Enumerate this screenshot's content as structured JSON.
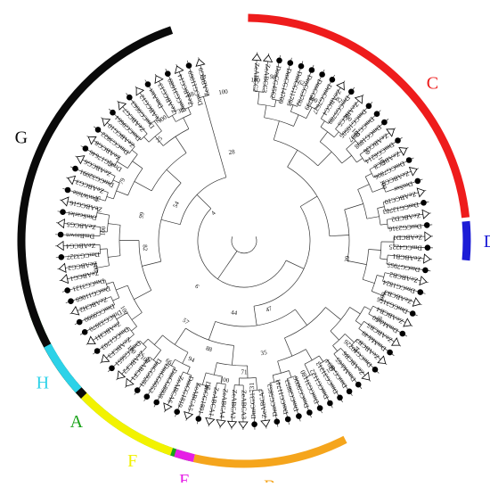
{
  "clades": [
    {
      "label": "A",
      "color": "#1aa31a",
      "a0": 104,
      "a1": 161,
      "la": 133
    },
    {
      "label": "B",
      "color": "#f5a51c",
      "a0": 63,
      "a1": 103,
      "la": 84
    },
    {
      "label": "C",
      "color": "#ee1c1c",
      "a0": -89,
      "a1": -6,
      "la": -40
    },
    {
      "label": "D",
      "color": "#1c1cd6",
      "a0": -5,
      "a1": 5,
      "la": 0
    },
    {
      "label": "E",
      "color": "#e61ee6",
      "a0": 103,
      "a1": 108,
      "la": 104
    },
    {
      "label": "F",
      "color": "#f2f200",
      "a0": 109,
      "a1": 137,
      "la": 117
    },
    {
      "label": "G",
      "color": "#0a0a0a",
      "a0": -109,
      "a1": -224,
      "la": -155
    },
    {
      "label": "H",
      "color": "#2cd2e8",
      "a0": 138,
      "a1": 152,
      "la": 145
    }
  ],
  "leaves": [
    {
      "n": "ZeABCC2",
      "s": "tri"
    },
    {
      "n": "ZeABCC3",
      "s": "tri"
    },
    {
      "n": "DmCG4562",
      "s": "dot"
    },
    {
      "n": "DmCG14709",
      "s": "dot"
    },
    {
      "n": "DmCG11793",
      "s": "dot"
    },
    {
      "n": "DmCG3792",
      "s": "dot"
    },
    {
      "n": "DmCG8799",
      "s": "dot"
    },
    {
      "n": "DmCG7627",
      "s": "dot"
    },
    {
      "n": "ZeABCC4",
      "s": "tri"
    },
    {
      "n": "DmCG5789",
      "s": "dot"
    },
    {
      "n": "ZeABCC5",
      "s": "tri"
    },
    {
      "n": "DmCG10505",
      "s": "dot"
    },
    {
      "n": "DmCG1897",
      "s": "dot"
    },
    {
      "n": "DmCG1898",
      "s": "dot"
    },
    {
      "n": "ZeABCC6",
      "s": "tri"
    },
    {
      "n": "DmCG6214",
      "s": "dot"
    },
    {
      "n": "ZeABCC8",
      "s": "tri"
    },
    {
      "n": "DmCG7806",
      "s": "dot"
    },
    {
      "n": "ZeABCC9",
      "s": "tri"
    },
    {
      "n": "DmSur",
      "s": "dot"
    },
    {
      "n": "ZeABCC10",
      "s": "tri"
    },
    {
      "n": "DmCG12703",
      "s": "dot"
    },
    {
      "n": "ZeABCD2",
      "s": "tri"
    },
    {
      "n": "DmCG2316",
      "s": "dot"
    },
    {
      "n": "ZeABCD1",
      "s": "tri"
    },
    {
      "n": "DmCG4225",
      "s": "dot"
    },
    {
      "n": "ZeABCB1",
      "s": "tri"
    },
    {
      "n": "DmCG7955",
      "s": "dot"
    },
    {
      "n": "ZeABCB2",
      "s": "tri"
    },
    {
      "n": "DmCG1824",
      "s": "dot"
    },
    {
      "n": "ZeABCB3",
      "s": "tri"
    },
    {
      "n": "DmCG3156",
      "s": "dot"
    },
    {
      "n": "ZeABCB4",
      "s": "tri"
    },
    {
      "n": "DmMdr50",
      "s": "dot"
    },
    {
      "n": "ZeABCB5",
      "s": "tri"
    },
    {
      "n": "DmMdr49",
      "s": "dot"
    },
    {
      "n": "ZeABCB7",
      "s": "tri"
    },
    {
      "n": "DmCG10226",
      "s": "dot"
    },
    {
      "n": "ZeABCB6",
      "s": "tri"
    },
    {
      "n": "DmMdr65",
      "s": "dot"
    },
    {
      "n": "DmCG4494",
      "s": "dot"
    },
    {
      "n": "DmCG31213",
      "s": "dot"
    },
    {
      "n": "DmCG1122",
      "s": "dot"
    },
    {
      "n": "DmCG31180",
      "s": "dot"
    },
    {
      "n": "DmCG9006",
      "s": "dot"
    },
    {
      "n": "DmCG8853",
      "s": "dot"
    },
    {
      "n": "DmCG11741",
      "s": "dot"
    },
    {
      "n": "DmCG5852",
      "s": "dot"
    },
    {
      "n": "ZeABCA7",
      "s": "tri"
    },
    {
      "n": "DmCG31731",
      "s": "dot"
    },
    {
      "n": "ZeABCA3",
      "s": "tri"
    },
    {
      "n": "ZeABCA2",
      "s": "tri"
    },
    {
      "n": "ZeABCA4",
      "s": "tri"
    },
    {
      "n": "ZeABCA1",
      "s": "tri"
    },
    {
      "n": "DmCG1801",
      "s": "dot"
    },
    {
      "n": "ZeABCA5",
      "s": "tri"
    },
    {
      "n": "DmCG1819",
      "s": "dot"
    },
    {
      "n": "ZeABCA6",
      "s": "tri"
    },
    {
      "n": "DmCG8908",
      "s": "dot"
    },
    {
      "n": "DmCG6052",
      "s": "dot"
    },
    {
      "n": "DmCG9281",
      "s": "dot"
    },
    {
      "n": "ZeABCF1",
      "s": "tri"
    },
    {
      "n": "ZeABCF2",
      "s": "tri"
    },
    {
      "n": "DmCG5651",
      "s": "dot"
    },
    {
      "n": "ZeABCF3",
      "s": "tri"
    },
    {
      "n": "DmCG1703",
      "s": "dot"
    },
    {
      "n": "ZeABCH1",
      "s": "tri"
    },
    {
      "n": "DmCG33970",
      "s": "dot"
    },
    {
      "n": "DmCG9990",
      "s": "dot"
    },
    {
      "n": "ZeABCH2",
      "s": "tri"
    },
    {
      "n": "DmCG11069",
      "s": "dot"
    },
    {
      "n": "DmCG3121",
      "s": "dot"
    },
    {
      "n": "ZeABCG1",
      "s": "tri"
    },
    {
      "n": "ZeABCG2",
      "s": "tri"
    },
    {
      "n": "DmCG3327",
      "s": "dot"
    },
    {
      "n": "ZeABCG4",
      "s": "tri"
    },
    {
      "n": "DmBrown",
      "s": "dot"
    },
    {
      "n": "ZeABCG5",
      "s": "tri"
    },
    {
      "n": "DmScarlet",
      "s": "dot"
    },
    {
      "n": "ZeABCG16",
      "s": "tri"
    },
    {
      "n": "DmWhite",
      "s": "dot"
    },
    {
      "n": "ZeABCG3",
      "s": "tri"
    },
    {
      "n": "DmCG32091",
      "s": "dot"
    },
    {
      "n": "ZeABCG6",
      "s": "tri"
    },
    {
      "n": "DmCG17646",
      "s": "dot"
    },
    {
      "n": "ZeABCG8",
      "s": "tri"
    },
    {
      "n": "DmCG3822",
      "s": "dot"
    },
    {
      "n": "ZeABCG10",
      "s": "tri"
    },
    {
      "n": "DmCG9664",
      "s": "dot"
    },
    {
      "n": "ZeABCG7",
      "s": "tri"
    },
    {
      "n": "DmCG9663",
      "s": "dot"
    },
    {
      "n": "ZeABCG12",
      "s": "tri"
    },
    {
      "n": "DmAtet",
      "s": "dot"
    },
    {
      "n": "ZeABCG13",
      "s": "tri"
    },
    {
      "n": "DmCG31689",
      "s": "dot"
    },
    {
      "n": "ZeABCG14",
      "s": "tri"
    },
    {
      "n": "DmCG11069b",
      "s": "dot"
    },
    {
      "n": "ZeABCG9",
      "s": "tri"
    }
  ],
  "bootstrap": [
    {
      "v": "100",
      "a": -86,
      "r": 180
    },
    {
      "v": "98",
      "a": -80,
      "r": 186
    },
    {
      "v": "62",
      "a": -70,
      "r": 188
    },
    {
      "v": "100",
      "a": -64,
      "r": 176
    },
    {
      "v": "82",
      "a": -56,
      "r": 190
    },
    {
      "v": "100",
      "a": -50,
      "r": 180
    },
    {
      "v": "100",
      "a": -44,
      "r": 174
    },
    {
      "v": "79",
      "a": -36,
      "r": 170
    },
    {
      "v": "100",
      "a": -30,
      "r": 178
    },
    {
      "v": "100",
      "a": -22,
      "r": 168
    },
    {
      "v": "39",
      "a": 10,
      "r": 118
    },
    {
      "v": "100",
      "a": 22,
      "r": 168
    },
    {
      "v": "96",
      "a": 30,
      "r": 176
    },
    {
      "v": "84",
      "a": 44,
      "r": 176
    },
    {
      "v": "100",
      "a": 56,
      "r": 174
    },
    {
      "v": "71",
      "a": 90,
      "r": 148
    },
    {
      "v": "100",
      "a": 98,
      "r": 158
    },
    {
      "v": "96",
      "a": 104,
      "r": 170
    },
    {
      "v": "94",
      "a": 114,
      "r": 146
    },
    {
      "v": "66",
      "a": 122,
      "r": 160
    },
    {
      "v": "100",
      "a": 130,
      "r": 174
    },
    {
      "v": "88",
      "a": 108,
      "r": 128
    },
    {
      "v": "57",
      "a": 126,
      "r": 112
    },
    {
      "v": "100",
      "a": 136,
      "r": 176
    },
    {
      "v": "82",
      "a": 176,
      "r": 112
    },
    {
      "v": "99",
      "a": 194,
      "r": 118
    },
    {
      "v": "79",
      "a": 206,
      "r": 152
    },
    {
      "v": "97",
      "a": 210,
      "r": 172
    },
    {
      "v": "75",
      "a": 196,
      "r": 170
    },
    {
      "v": "100",
      "a": 184,
      "r": 158
    },
    {
      "v": "100",
      "a": 170,
      "r": 170
    },
    {
      "v": "100",
      "a": 150,
      "r": 156
    },
    {
      "v": "54",
      "a": 208,
      "r": 86
    },
    {
      "v": "25",
      "a": 230,
      "r": 148
    },
    {
      "v": "100",
      "a": 236,
      "r": 164
    },
    {
      "v": "38",
      "a": 244,
      "r": 162
    },
    {
      "v": "48",
      "a": 250,
      "r": 174
    },
    {
      "v": "100",
      "a": 262,
      "r": 168
    },
    {
      "v": "97",
      "a": 256,
      "r": 188
    },
    {
      "v": "4",
      "a": 222,
      "r": 46
    },
    {
      "v": "28",
      "a": 262,
      "r": 100
    },
    {
      "v": "6",
      "a": 136,
      "r": 74
    },
    {
      "v": "35",
      "a": 80,
      "r": 128
    },
    {
      "v": "44",
      "a": 98,
      "r": 82
    },
    {
      "v": "47",
      "a": 70,
      "r": 82
    }
  ]
}
